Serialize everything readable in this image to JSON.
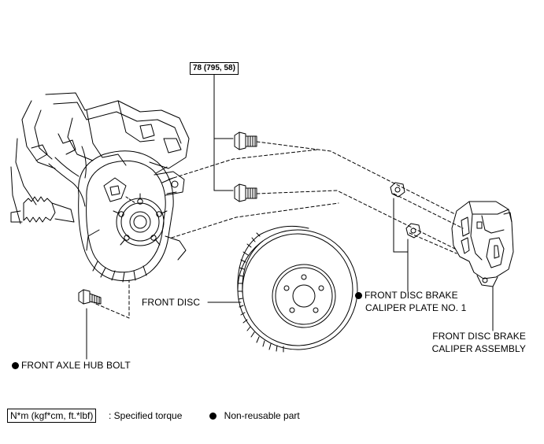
{
  "callouts": {
    "torque_spec": "78 (795, 58)",
    "front_disc": "FRONT DISC",
    "front_axle_hub_bolt": "FRONT AXLE HUB BOLT",
    "caliper_plate_line1": "FRONT DISC BRAKE",
    "caliper_plate_line2": "CALIPER PLATE NO. 1",
    "caliper_assembly_line1": "FRONT DISC BRAKE",
    "caliper_assembly_line2": "CALIPER ASSEMBLY"
  },
  "legend": {
    "torque_unit_box": "N*m (kgf*cm, ft.*lbf)",
    "torque_unit_desc": ": Specified torque",
    "non_reusable_desc": "Non-reusable part"
  },
  "icons": {
    "non_reusable_marker": "filled-circle-icon"
  }
}
